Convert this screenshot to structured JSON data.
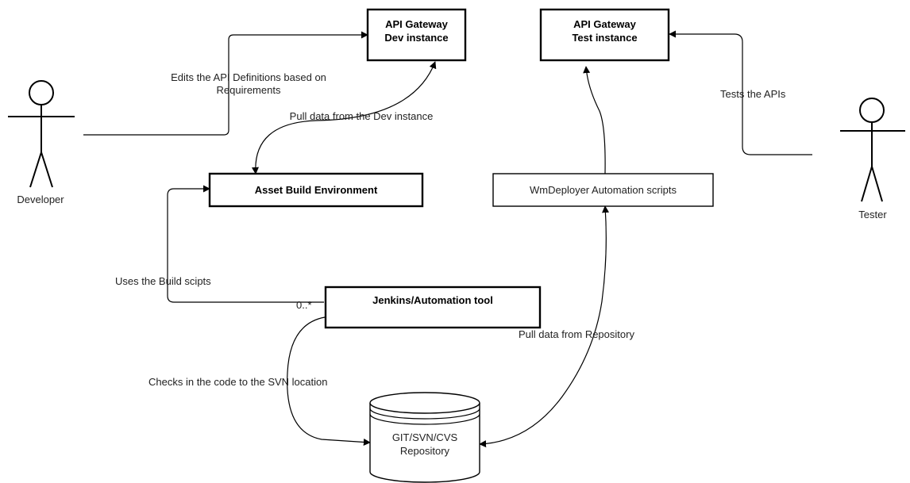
{
  "nodes": {
    "dev_instance": {
      "line1": "API Gateway",
      "line2": "Dev instance"
    },
    "test_instance": {
      "line1": "API Gateway",
      "line2": "Test instance"
    },
    "asset_build": {
      "label": "Asset Build Environment"
    },
    "wmdeployer": {
      "label": "WmDeployer Automation scripts"
    },
    "jenkins": {
      "label": "Jenkins/Automation tool"
    },
    "repository": {
      "line1": "GIT/SVN/CVS",
      "line2": "Repository"
    }
  },
  "actors": {
    "developer": {
      "label": "Developer"
    },
    "tester": {
      "label": "Tester"
    }
  },
  "edge_labels": {
    "edits_line1": "Edits the API Definitions based on",
    "edits_line2": "Requirements",
    "pull_dev": "Pull data from the Dev instance",
    "tests_apis": "Tests the APIs",
    "uses_build": "Uses the Build scipts",
    "multiplicity": "0..*",
    "pull_repo": "Pull data from Repository",
    "checks_in": "Checks in the code to the SVN location"
  }
}
